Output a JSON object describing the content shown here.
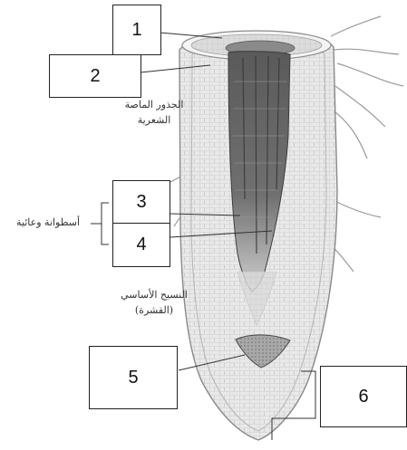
{
  "labels": {
    "box_1": "1",
    "box_2": "2",
    "box_3": "3",
    "box_4": "4",
    "box_5": "5",
    "box_6": "6",
    "root_hair_line1": "الجذور الماصة",
    "root_hair_line2": "الشعرية",
    "vascular_cylinder": "أسطوانة وعائية",
    "ground_tissue_line1": "النسيج الأساسي",
    "ground_tissue_line2": "(القشرة)"
  },
  "colors": {
    "outline": "#222222",
    "cortex": "#e7e7e7",
    "cortex_cells": "#bdbdbd",
    "vascular": "#6f6f6f",
    "vascular_dark": "#4a4a4a",
    "meristem": "#a9a9a9",
    "root_hair": "#9a9a9a"
  }
}
